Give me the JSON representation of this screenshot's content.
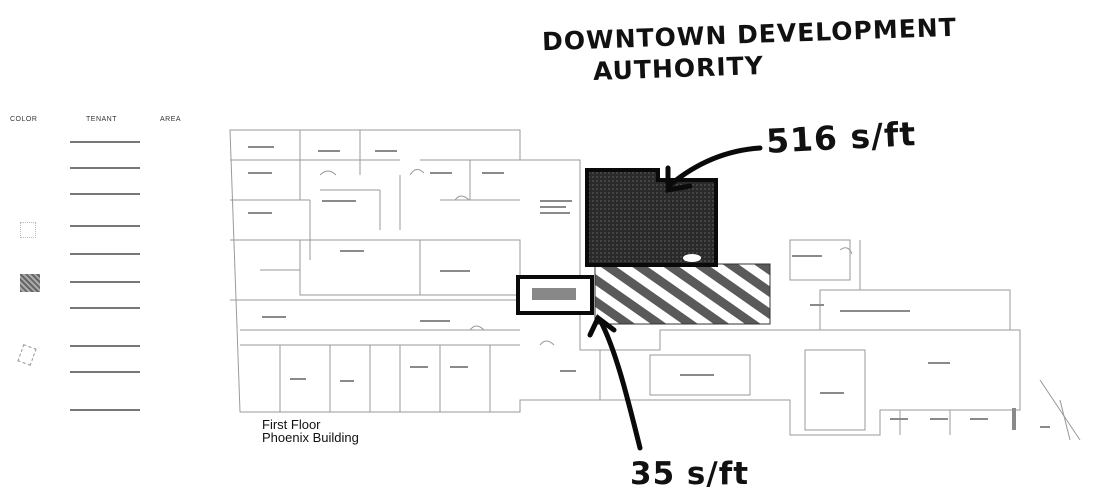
{
  "annotation": {
    "heading_line1": "DOWNTOWN DEVELOPMENT",
    "heading_line2": "AUTHORITY",
    "area_large": "516 s/ft",
    "area_small": "35 s/ft"
  },
  "legend": {
    "col_color": "COLOR",
    "col_tenant": "TENANT",
    "col_area": "AREA"
  },
  "floor_title": {
    "line1": "First Floor",
    "line2": "Phoenix Building"
  },
  "colors": {
    "ink": "#111111",
    "linework": "#9a9a9a",
    "highlight_fill": "#2b2b2b",
    "hatch": "#555555"
  }
}
